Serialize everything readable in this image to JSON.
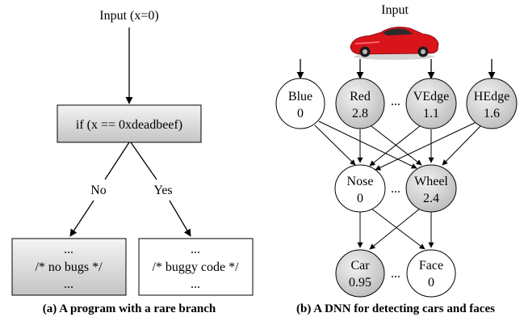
{
  "program": {
    "input_label": "Input (x=0)",
    "condition": "if (x == 0xdeadbeef)",
    "branch_no": "No",
    "branch_yes": "Yes",
    "left_box": {
      "top": "...",
      "middle": "/* no bugs */",
      "bottom": "..."
    },
    "right_box": {
      "top": "...",
      "middle": "/* buggy code */",
      "bottom": "..."
    },
    "caption": "(a) A program with a rare branch"
  },
  "dnn": {
    "input_label": "Input",
    "input_image_icon": "red-sports-car",
    "layer1": [
      {
        "name": "Blue",
        "value": "0",
        "active": false
      },
      {
        "name": "Red",
        "value": "2.8",
        "active": true
      },
      {
        "name": "VEdge",
        "value": "1.1",
        "active": true
      },
      {
        "name": "HEdge",
        "value": "1.6",
        "active": true
      }
    ],
    "layer1_ellipsis": "...",
    "layer2": [
      {
        "name": "Nose",
        "value": "0",
        "active": false
      },
      {
        "name": "Wheel",
        "value": "2.4",
        "active": true
      }
    ],
    "layer2_ellipsis": "...",
    "layer3": [
      {
        "name": "Car",
        "value": "0.95",
        "active": true
      },
      {
        "name": "Face",
        "value": "0",
        "active": false
      }
    ],
    "layer3_ellipsis": "...",
    "caption": "(b) A DNN for detecting cars and faces"
  },
  "colors": {
    "active_node": "#c8c8c8",
    "car_body": "#d9141b"
  }
}
